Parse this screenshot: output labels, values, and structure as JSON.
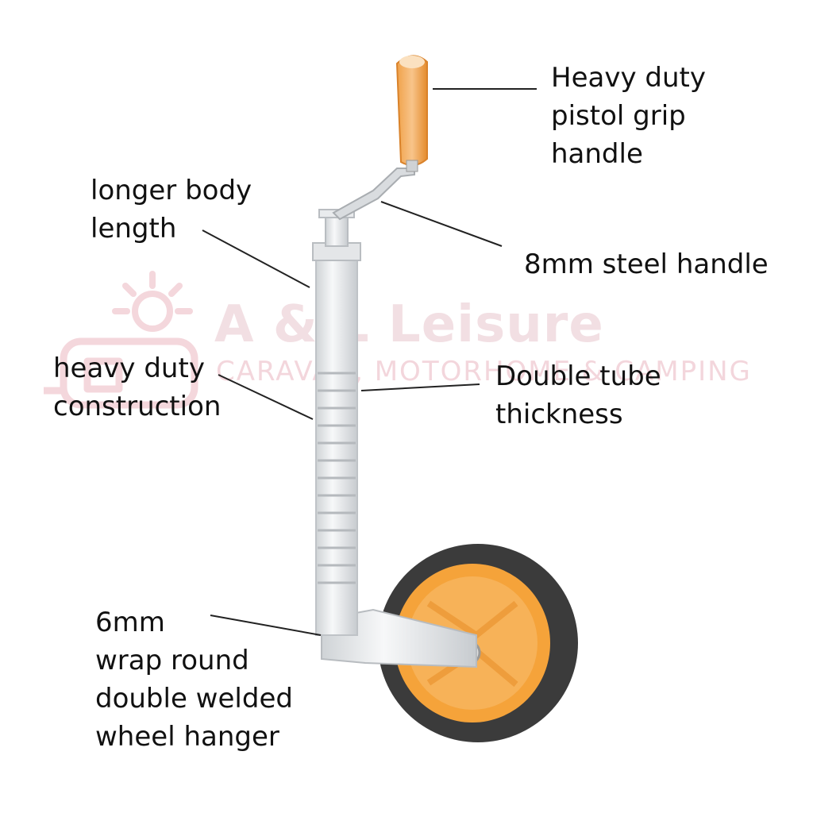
{
  "watermark": {
    "title": "A & L Leisure",
    "subtitle": "CARAVAN, MOTORHOME & CAMPING",
    "color": "#f2dfe3"
  },
  "callouts": {
    "grip": [
      "Heavy duty",
      "pistol grip",
      "handle"
    ],
    "body": [
      "longer body",
      "length"
    ],
    "steel": [
      "8mm steel handle"
    ],
    "construction": [
      "heavy duty",
      "construction"
    ],
    "tube": [
      "Double tube",
      "thickness"
    ],
    "hanger": [
      "6mm",
      "wrap round",
      "double welded",
      "wheel hanger"
    ]
  },
  "colors": {
    "accent": "#f5a33a",
    "tyre": "#3a3a3a",
    "metal": "#e6e8ea"
  }
}
